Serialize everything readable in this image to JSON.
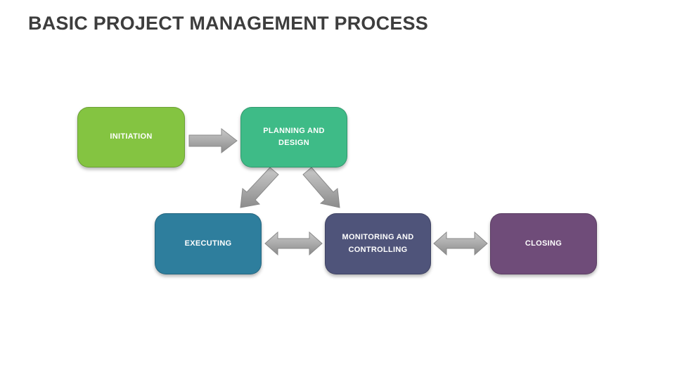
{
  "title": "BASIC PROJECT MANAGEMENT PROCESS",
  "diagram": {
    "nodes": [
      {
        "id": "initiation",
        "label": "INITIATION",
        "color": "#84C441"
      },
      {
        "id": "planning-and-design",
        "label": "PLANNING AND DESIGN",
        "color": "#3EBB87"
      },
      {
        "id": "executing",
        "label": "EXECUTING",
        "color": "#2E7E9D"
      },
      {
        "id": "monitoring-and-controlling",
        "label": "MONITORING AND CONTROLLING",
        "color": "#4F547A"
      },
      {
        "id": "closing",
        "label": "CLOSING",
        "color": "#6F4C79"
      }
    ],
    "arrows": [
      {
        "name": "initiation-to-planning",
        "direction": "right"
      },
      {
        "name": "planning-to-executing",
        "direction": "down-left"
      },
      {
        "name": "planning-to-monitoring",
        "direction": "down-right"
      },
      {
        "name": "executing-monitoring",
        "direction": "double-horizontal"
      },
      {
        "name": "monitoring-closing",
        "direction": "double-horizontal"
      }
    ],
    "arrow_gradient": {
      "light": "#c9c9c9",
      "dark": "#8c8c8c"
    },
    "arrow_stroke": "#8a8a8a"
  }
}
